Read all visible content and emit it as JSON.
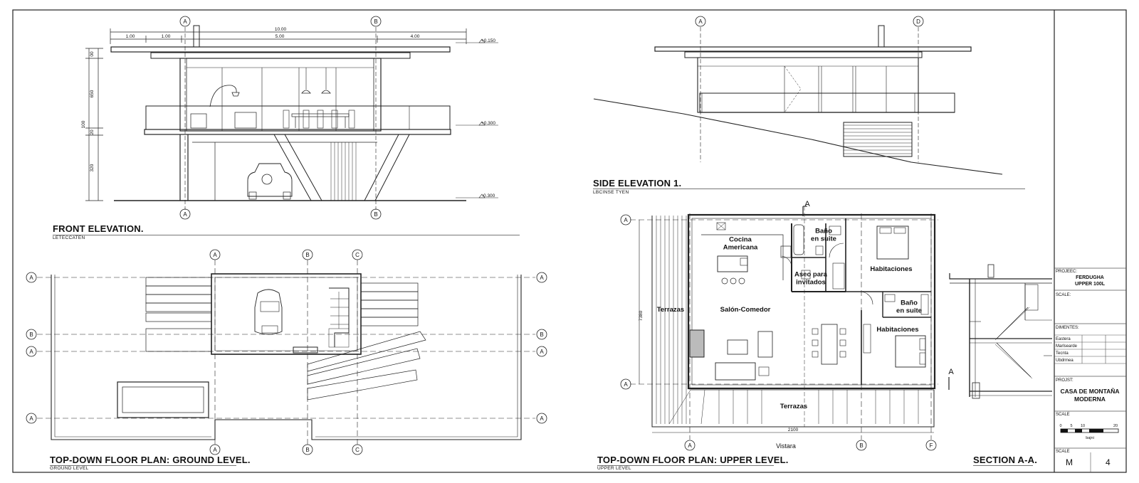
{
  "front_elevation": {
    "title": "FRONT ELEVATION.",
    "subtitle": "LETECCATEN",
    "dims_top": [
      "10.00",
      "1.00",
      "1.00",
      "5.00",
      "4.00"
    ],
    "dims_left": [
      "00",
      "650",
      "20",
      "320",
      "100"
    ],
    "levels": [
      "+0.150",
      "+0.300",
      "-0.300"
    ],
    "grid_labels": [
      "A",
      "B"
    ]
  },
  "side_elevation": {
    "title": "SIDE ELEVATION 1.",
    "subtitle": "LBCINSE TYEN",
    "grid_labels": [
      "A",
      "D"
    ]
  },
  "ground_plan": {
    "title": "TOP-DOWN FLOOR PLAN: GROUND LEVEL.",
    "subtitle": "GROUND LEVEL",
    "grid_top": [
      "A",
      "B",
      "C"
    ],
    "grid_bottom": [
      "A",
      "B",
      "C"
    ],
    "grid_left": [
      "A",
      "B",
      "A",
      "A"
    ],
    "grid_right": [
      "A",
      "B",
      "A",
      "A"
    ]
  },
  "upper_plan": {
    "title": "TOP-DOWN FLOOR PLAN: UPPER LEVEL.",
    "subtitle": "UPPER LEVEL",
    "rooms": {
      "cocina": "Cocina\nAmericana",
      "bano1": "Baño\nen suite",
      "aseo": "Aseo para\ninvitados",
      "hab1": "Habitaciones",
      "bano2": "Baño\nen suite",
      "hab2": "Habitaciones",
      "salon": "Salón-Comedor",
      "terraza_left": "Terrazas",
      "terraza_bottom": "Terrazas"
    },
    "dim_bottom": "2100",
    "dim_left": "7380",
    "view_label": "Vistara",
    "grid_bottom": [
      "A",
      "B",
      "F"
    ],
    "grid_left": [
      "A",
      "A"
    ],
    "section_marker": "A"
  },
  "section": {
    "title": "SECTION A-A.",
    "marker": "A"
  },
  "title_block": {
    "project_label": "PROJEEC:",
    "project_value": "FERDUGHA\nUPPER 100L",
    "scale_label": "SCALE:",
    "dimensions_label": "DIMENTES:",
    "dimension_rows": [
      "Eastera",
      "Marlsearde",
      "Tecnta",
      "Ubdrmea"
    ],
    "project2_label": "PROJST:",
    "project2_value": "CASA DE MONTAÑA\nMODERNA",
    "scale2_label": "SCALE",
    "scale_ticks": [
      "0",
      "5",
      "10",
      "20"
    ],
    "scale_unit": "bajni",
    "scale3_label": "SCALE",
    "sheet_letter": "M",
    "sheet_number": "4"
  }
}
